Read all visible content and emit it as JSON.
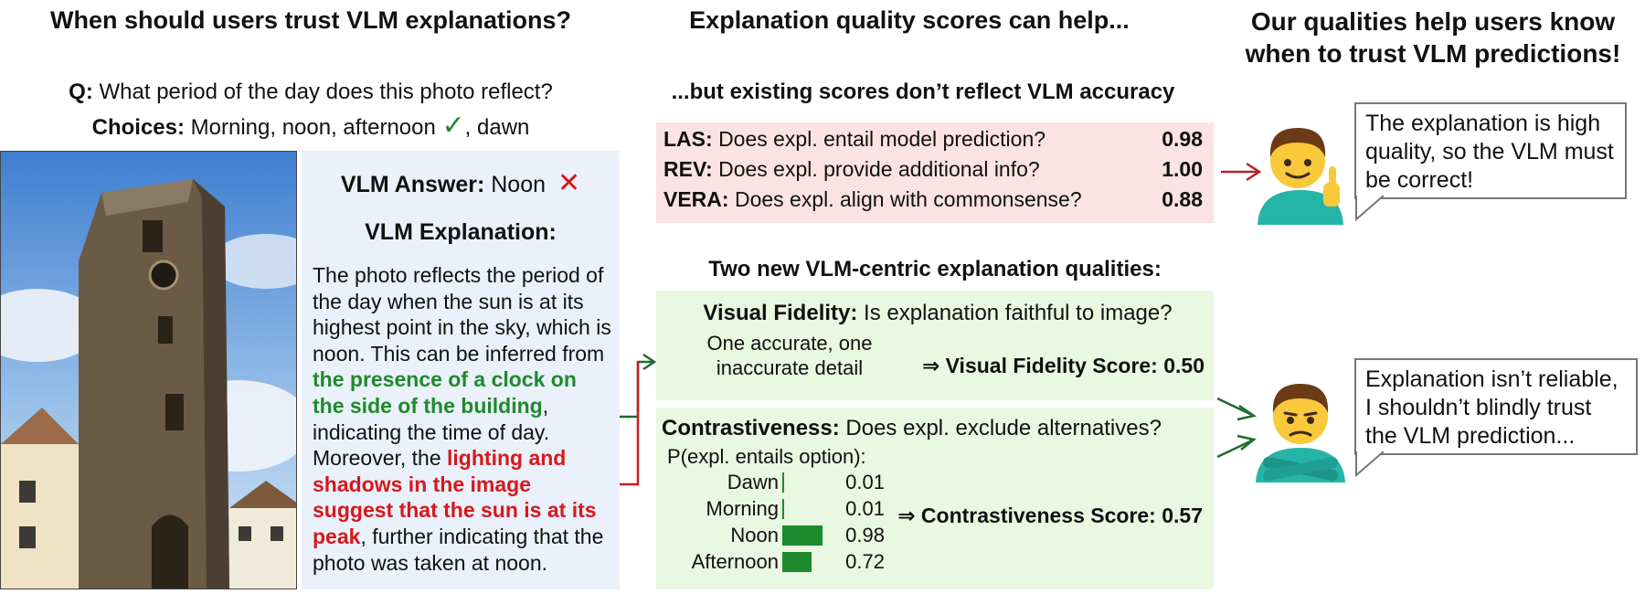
{
  "left": {
    "title": "When should users trust VLM explanations?",
    "question_label": "Q:",
    "question": "What period of the day does this photo reflect?",
    "choices_label": "Choices:",
    "choices_before": "Morning, noon, afternoon",
    "choices_check": "✓",
    "choices_after": ", dawn",
    "answer_label": "VLM Answer:",
    "answer": "Noon",
    "answer_mark": "✕",
    "explanation_title": "VLM Explanation:",
    "explanation": {
      "part1": "The photo reflects the period of the day when the sun is at its highest point in the sky, which is noon. This can be inferred from ",
      "green": "the presence of a clock on the side of the building",
      "part2": ", indicating the time of day. Moreover, the ",
      "red": "lighting and shadows in the image suggest that the sun is at its peak",
      "part3": ", further indicating that the photo was taken at noon."
    }
  },
  "middle": {
    "title": "Explanation quality scores can help...",
    "existing_title": "...but existing scores don’t reflect VLM accuracy",
    "existing": [
      {
        "name": "LAS:",
        "question": "Does expl. entail model prediction?",
        "score": "0.98"
      },
      {
        "name": "REV:",
        "question": "Does expl. provide additional info?",
        "score": "1.00"
      },
      {
        "name": "VERA:",
        "question": "Does expl. align with commonsense?",
        "score": "0.88"
      }
    ],
    "new_title": "Two new VLM-centric explanation qualities:",
    "visual_fidelity": {
      "name": "Visual Fidelity:",
      "question": "Is explanation faithful to image?",
      "note_line1": "One accurate, one",
      "note_line2": "inaccurate detail",
      "score_text": "⇒ Visual Fidelity Score: 0.50"
    },
    "contrastiveness": {
      "name": "Contrastiveness:",
      "question": "Does expl. exclude alternatives?",
      "prob_title": "P(expl. entails option):",
      "options": [
        {
          "label": "Dawn",
          "value": 0.01,
          "text": "0.01"
        },
        {
          "label": "Morning",
          "value": 0.01,
          "text": "0.01"
        },
        {
          "label": "Noon",
          "value": 0.98,
          "text": "0.98"
        },
        {
          "label": "Afternoon",
          "value": 0.72,
          "text": "0.72"
        }
      ],
      "score_text": "⇒ Contrastiveness Score: 0.57"
    }
  },
  "right": {
    "title_line1": "Our qualities help users know",
    "title_line2": "when to trust VLM predictions!",
    "bubble_top": "The explanation is high quality, so the VLM must be correct!",
    "bubble_bottom": "Explanation isn’t reliable, I shouldn’t blindly trust the VLM prediction..."
  },
  "colors": {
    "green_text": "#1f8a2b",
    "red_text": "#d9171c",
    "blue_panel": "#eaf1fb",
    "pink_panel": "#fbe3e3",
    "green_panel": "#e9f8e1",
    "bar": "#1e8a2d"
  },
  "icons": [
    "check-icon",
    "cross-icon",
    "thumbs-up-person-icon",
    "skeptical-person-icon",
    "arrow-icon"
  ]
}
